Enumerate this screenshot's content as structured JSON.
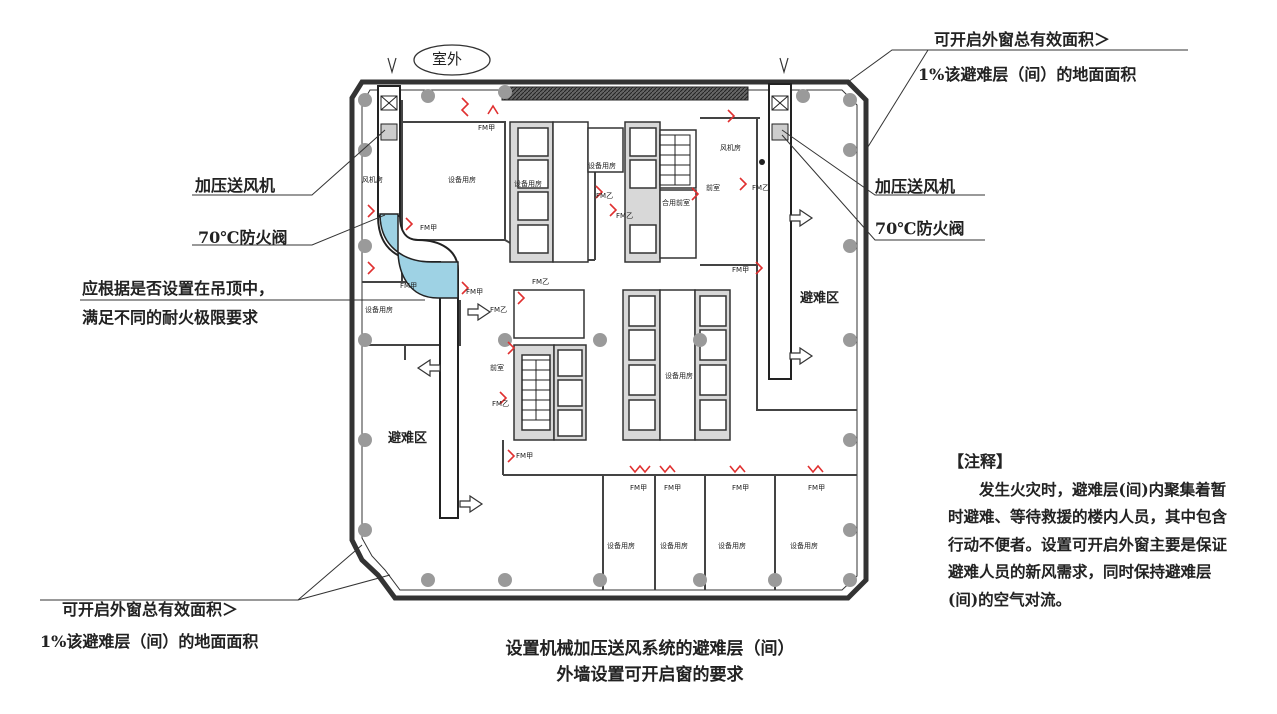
{
  "labels": {
    "outdoor": "室外",
    "window_req_top_1": "可开启外窗总有效面积＞",
    "window_req_top_2": "1%该避难层（间）的地面面积",
    "fan_left": "加压送风机",
    "damper_left": "70℃防火阀",
    "ceiling_1": "应根据是否设置在吊顶中，",
    "ceiling_2": "满足不同的耐火极限要求",
    "window_req_bottom_1": "可开启外窗总有效面积＞",
    "window_req_bottom_2": "1%该避难层（间）的地面面积",
    "fan_right": "加压送风机",
    "damper_right": "70℃防火阀"
  },
  "plan": {
    "refuge_left": "避难区",
    "refuge_right": "避难区",
    "fan_room_left": "风机房",
    "fan_room_right": "风机房",
    "equip_room": "设备用房",
    "anteroom": "前室",
    "shared_anteroom": "合用前室",
    "door_fm_a": "FM甲",
    "door_fm_b": "FM乙"
  },
  "note": {
    "title": "【注释】",
    "body": "发生火灾时，避难层(间)内聚集着暂时避难、等待救援的楼内人员，其中包含行动不便者。设置可开启外窗主要是保证避难人员的新风需求，同时保持避难层(间)的空气对流。"
  },
  "caption": {
    "line1": "设置机械加压送风系统的避难层（间）",
    "line2": "外墙设置可开启窗的要求"
  },
  "colors": {
    "duct": "#9ed2e4",
    "door": "#e03030",
    "column": "#999999",
    "wall": "#3a3a3a"
  }
}
